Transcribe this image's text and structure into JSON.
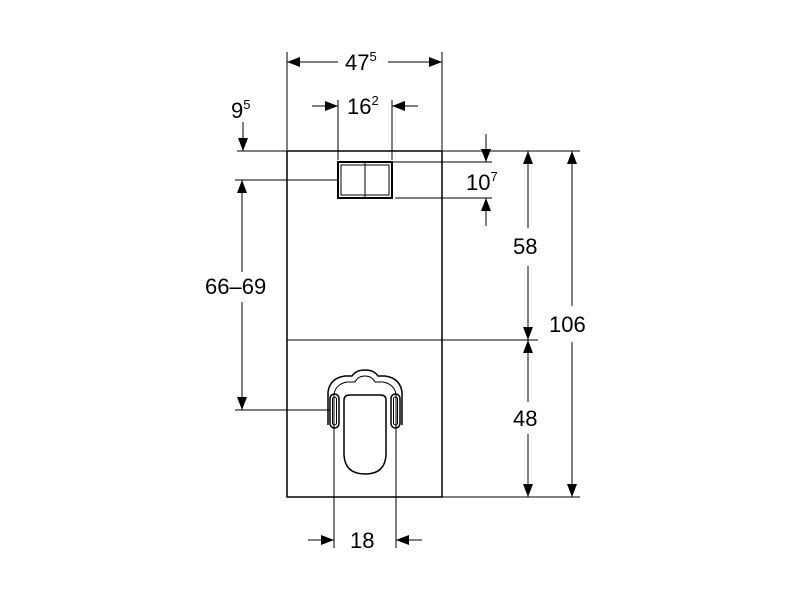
{
  "dimensions": {
    "total_width": {
      "main": "47",
      "sup": "5"
    },
    "plate_width": {
      "main": "16",
      "sup": "2"
    },
    "plate_top_offset": {
      "main": "9",
      "sup": "5"
    },
    "plate_height": {
      "main": "10",
      "sup": "7"
    },
    "upper_height": "58",
    "lower_height": "48",
    "total_height": "106",
    "connection_range": "66–69",
    "connection_spacing": "18"
  },
  "colors": {
    "line": "#000000",
    "background": "#ffffff"
  }
}
